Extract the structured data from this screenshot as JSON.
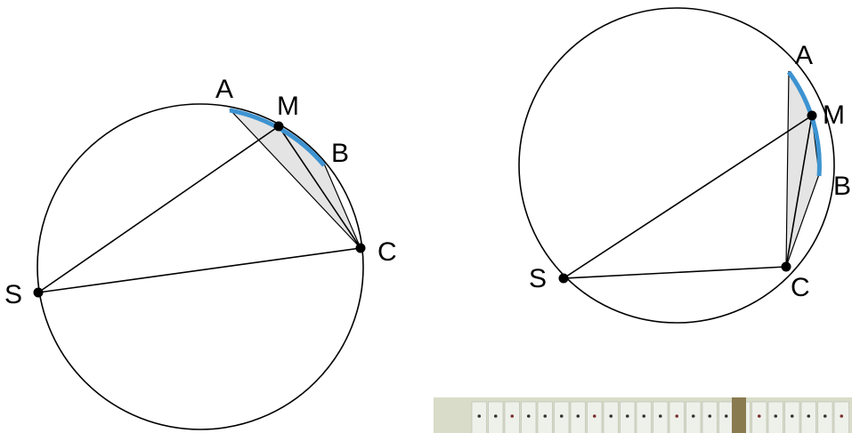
{
  "colors": {
    "arc": "#3d93d1",
    "shade": "#e4e4e4",
    "stroke": "#000000",
    "photo_bg": "#d8dcc8",
    "photo_pole": "#8a7a50"
  },
  "figure_left": {
    "labels": {
      "A": "A",
      "M": "M",
      "B": "B",
      "C": "C",
      "S": "S"
    }
  },
  "figure_right": {
    "labels": {
      "A": "A",
      "M": "M",
      "B": "B",
      "C": "C",
      "S": "S"
    }
  }
}
